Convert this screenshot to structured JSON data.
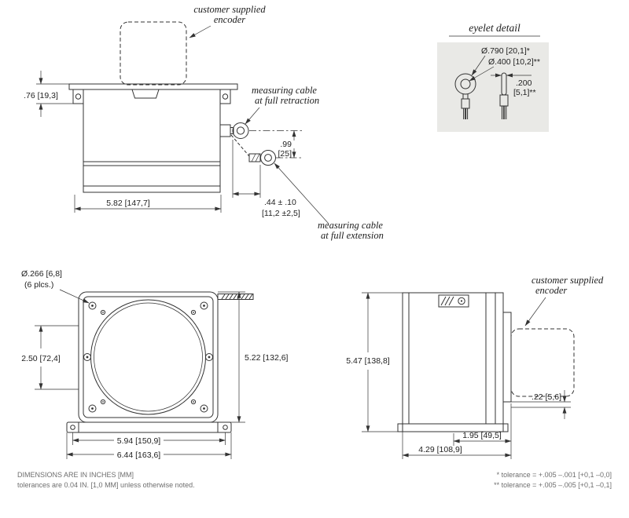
{
  "colors": {
    "line": "#333333",
    "text": "#222222",
    "note": "#6e6e6e",
    "detail_bg": "#e9e9e6"
  },
  "top_view": {
    "encoder_note_line1": "customer supplied",
    "encoder_note_line2": "encoder",
    "retraction_note_line1": "measuring cable",
    "retraction_note_line2": "at full retraction",
    "extension_note_line1": "measuring cable",
    "extension_note_line2": "at full extension",
    "dim_height": ".76 [19,3]",
    "dim_cable_drop_in": ".99",
    "dim_cable_drop_mm": "[25]",
    "dim_body_width": "5.82 [147,7]",
    "dim_extension_in": ".44 ± .10",
    "dim_extension_mm": "[11,2 ±2,5]"
  },
  "eyelet_detail": {
    "title": "eyelet detail",
    "dim_outer": "Ø.790 [20,1]*",
    "dim_inner": "Ø.400 [10,2]**",
    "dim_thickness_in": ".200",
    "dim_thickness_mm": "[5,1]**"
  },
  "front_view": {
    "dim_hole_line1": "Ø.266 [6,8]",
    "dim_hole_line2": "(6 plcs.)",
    "dim_hole_spacing": "2.50 [72,4]",
    "dim_height": "5.22 [132,6]",
    "dim_flange_holes": "5.94 [150,9]",
    "dim_flange_width": "6.44 [163,6]"
  },
  "side_view": {
    "encoder_note_line1": "customer supplied",
    "encoder_note_line2": "encoder",
    "dim_height": "5.47 [138,8]",
    "dim_step": ".22 [5,6]",
    "dim_rear_depth": "1.95 [49,5]",
    "dim_total_depth": "4.29 [108,9]"
  },
  "notes": {
    "units_line1": "DIMENSIONS ARE IN INCHES [MM]",
    "units_line2": "tolerances are 0.04 IN. [1,0 MM] unless otherwise noted.",
    "tol_star": "* tolerance = +.005 –.001 [+0,1 –0,0]",
    "tol_dstar": "** tolerance = +.005 –.005 [+0,1 –0,1]"
  }
}
